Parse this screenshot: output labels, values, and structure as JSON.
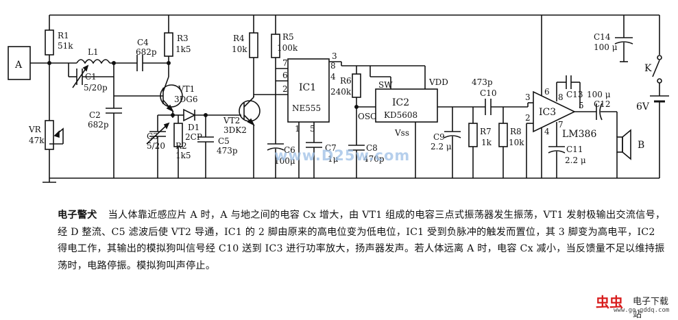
{
  "labels": {
    "A": "A",
    "R1": "R1",
    "R1v": "51k",
    "L1": "L1",
    "C1": "C1",
    "C1v": "5/20p",
    "C4": "C4",
    "C4v": "682p",
    "R3": "R3",
    "R3v": "1k5",
    "R4": "R4",
    "R4v": "10k",
    "R5": "R5",
    "R5v": "100k",
    "VT1": "VT1",
    "VT1v": "3DG6",
    "C2": "C2",
    "C2v": "682p",
    "VR": "VR",
    "VRv": "47k",
    "C3": "C3",
    "C3v": "5/20",
    "R2": "R2",
    "R2v": "1k5",
    "D1": "D1",
    "D1v": "2CP",
    "VT2": "VT2",
    "VT2v": "3DK2",
    "C5": "C5",
    "C5v": "473p",
    "C6": "C6",
    "C6v": "100μ",
    "C7": "C7",
    "C7v": "1μ",
    "C8": "C8",
    "C8v": "470p",
    "IC1": "IC1",
    "IC1v": "NE555",
    "R6": "R6",
    "R6v": "240k",
    "SW": "SW",
    "IC2": "IC2",
    "IC2v": "KD5608",
    "VDD": "VDD",
    "OSC": "OSC",
    "VSS": "Vss",
    "C10v": "473p",
    "C10": "C10",
    "C9": "C9",
    "C9v": "2.2 μ",
    "R7": "R7",
    "R7v": "1k",
    "R8": "R8",
    "R8v": "10k",
    "IC3": "IC3",
    "LM": "LM386",
    "C13": "C13",
    "C12v": "100 μ",
    "C12": "C12",
    "C11": "C11",
    "C11v": "2.2 μ",
    "C14": "C14",
    "C14v": "100 μ",
    "K": "K",
    "BAT": "6V",
    "B": "B",
    "p1": "1",
    "p2": "2",
    "p3": "3",
    "p4": "4",
    "p5": "5",
    "p6": "6",
    "p7": "7",
    "p8": "8",
    "a2": "2",
    "a3": "3",
    "a4": "4",
    "a5": "5",
    "a6": "6",
    "a7": "7",
    "a8": "8"
  },
  "description": {
    "heading": "电子警犬",
    "body": "当人体靠近感应片 A 时，A 与地之间的电容 Cx 增大，由 VT1 组成的电容三点式振荡器发生振荡，VT1 发射极输出交流信号，经 D 整流、C5 滤波后使 VT2 导通，IC1 的 2 脚由原来的高电位变为低电位，IC1 受到负脉冲的触发而置位，其 3 脚变为高电平，IC2 得电工作，其输出的模拟狗叫信号经 C10 送到 IC3 进行功率放大，扬声器发声。若人体远离 A 时，电容 Cx 减小，当反馈量不足以维持振荡时，电路停振。模拟狗叫声停止。"
  },
  "watermark": {
    "center": "www.D25w.com",
    "brand": "虫虫",
    "brand_sub": "电子下载站",
    "brand_url": "www.go-gddq.com"
  },
  "colors": {
    "ink": "#111111",
    "watermark": "#9ec0e6",
    "brand": "#d81d1d"
  }
}
